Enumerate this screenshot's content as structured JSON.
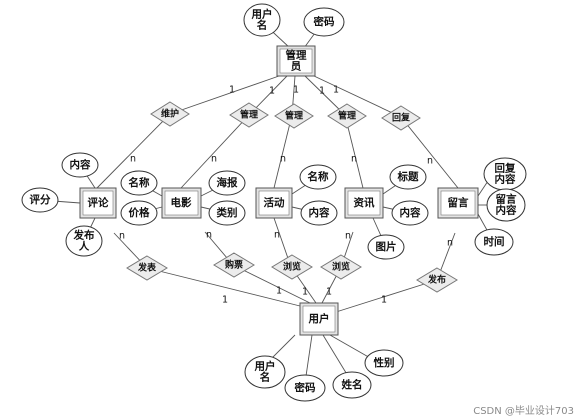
{
  "entities": {
    "admin": "管理\n员",
    "comment": "评论",
    "movie": "电影",
    "activity": "活动",
    "news": "资讯",
    "message": "留言",
    "user": "用户"
  },
  "attributes": {
    "admin_username": "用户\n名",
    "admin_password": "密码",
    "comment_content": "内容",
    "comment_score": "评分",
    "comment_publisher": "发布\n人",
    "movie_name": "名称",
    "movie_price": "价格",
    "movie_poster": "海报",
    "movie_category": "类别",
    "activity_name": "名称",
    "activity_content": "内容",
    "news_title": "标题",
    "news_content": "内容",
    "news_image": "图片",
    "message_reply_content": "回复\n内容",
    "message_content": "留言\n内容",
    "message_time": "时间",
    "user_username": "用户\n名",
    "user_password": "密码",
    "user_name": "姓名",
    "user_gender": "性别"
  },
  "relationships": {
    "maintain": "维护",
    "manage_movie": "管理",
    "manage_activity": "管理",
    "manage_news": "管理",
    "reply": "回复",
    "publish_comment": "发表",
    "buy_ticket": "购票",
    "browse_activity": "浏览",
    "browse_news": "浏览",
    "publish_message": "发布"
  },
  "cardinalities": {
    "c1": "1",
    "c2": "1",
    "c3": "1",
    "c4": "1",
    "c5": "1",
    "c6": "n",
    "c7": "n",
    "c8": "n",
    "c9": "n",
    "c10": "n",
    "c11": "n",
    "c12": "n",
    "c13": "n",
    "c14": "n",
    "c15": "n",
    "c16": "1",
    "c17": "1",
    "c18": "1",
    "c19": "1",
    "c20": "1"
  },
  "watermark": "CSDN @毕业设计703"
}
